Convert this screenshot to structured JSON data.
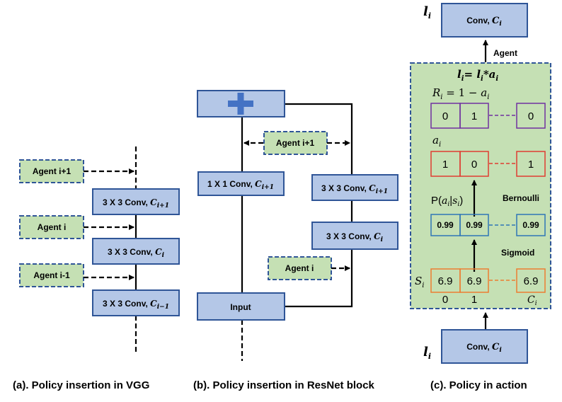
{
  "vgg": {
    "agents": [
      "Agent i+1",
      "Agent i",
      "Agent i-1"
    ],
    "convs": [
      {
        "label": "3 X 3 Conv, ",
        "sym": "C",
        "sub": "i+1"
      },
      {
        "label": "3 X 3 Conv, ",
        "sym": "C",
        "sub": "i"
      },
      {
        "label": "3 X 3 Conv, ",
        "sym": "C",
        "sub": "i−1"
      }
    ],
    "caption": "(a). Policy insertion in VGG"
  },
  "resnet": {
    "plus": "+",
    "agent_top": "Agent i+1",
    "agent_bottom": "Agent i",
    "shortcut": {
      "label": "1 X 1 Conv, ",
      "sym": "C",
      "sub": "i+1"
    },
    "conv_top": {
      "label": "3 X 3 Conv, ",
      "sym": "C",
      "sub": "i+1"
    },
    "conv_bottom": {
      "label": "3 X 3 Conv, ",
      "sym": "C",
      "sub": "i"
    },
    "input": "Input",
    "caption": "(b). Policy insertion in ResNet block"
  },
  "policy": {
    "top_l": "l",
    "top_l_sub": "i",
    "conv_top": {
      "label": "Conv, ",
      "sym": "C",
      "sub": "i"
    },
    "agent_label": "Agent",
    "formula_l": "l",
    "formula_sub": "i",
    "formula_eq": "= ",
    "formula_rhs": "*a",
    "r_sym": "R",
    "r_sub": "i",
    "r_eq": " = 1 − ",
    "r_a": "a",
    "r_a_sub": "i",
    "r_values": [
      "0",
      "1",
      "0"
    ],
    "a_sym": "a",
    "a_sub": "i",
    "a_values": [
      "1",
      "0",
      "1"
    ],
    "p_label_pre": "P(",
    "p_a": "a",
    "p_a_sub": "i",
    "p_bar": "|",
    "p_s": "s",
    "p_s_sub": "i",
    "p_close": ")",
    "bernoulli": "Bernoulli",
    "p_values": [
      "0.99",
      "0.99",
      "0.99"
    ],
    "sigmoid": "Sigmoid",
    "s_sym": "S",
    "s_sub": "i",
    "s_values": [
      "6.9",
      "6.9",
      "6.9"
    ],
    "idx_0": "0",
    "idx_1": "1",
    "idx_c": "C",
    "idx_c_sub": "i",
    "bottom_l": "l",
    "bottom_l_sub": "i",
    "conv_bottom": {
      "label": "Conv, ",
      "sym": "C",
      "sub": "i"
    },
    "caption": "(c). Policy in action"
  },
  "colors": {
    "box_fill": "#b4c7e7",
    "box_stroke": "#2f5597",
    "agent_fill": "#c5e0b4",
    "r_cell": "#7030a0",
    "a_cell": "#e03c31",
    "p_cell": "#2e75b6",
    "s_cell": "#ed7d31",
    "plus": "#4472c4"
  }
}
